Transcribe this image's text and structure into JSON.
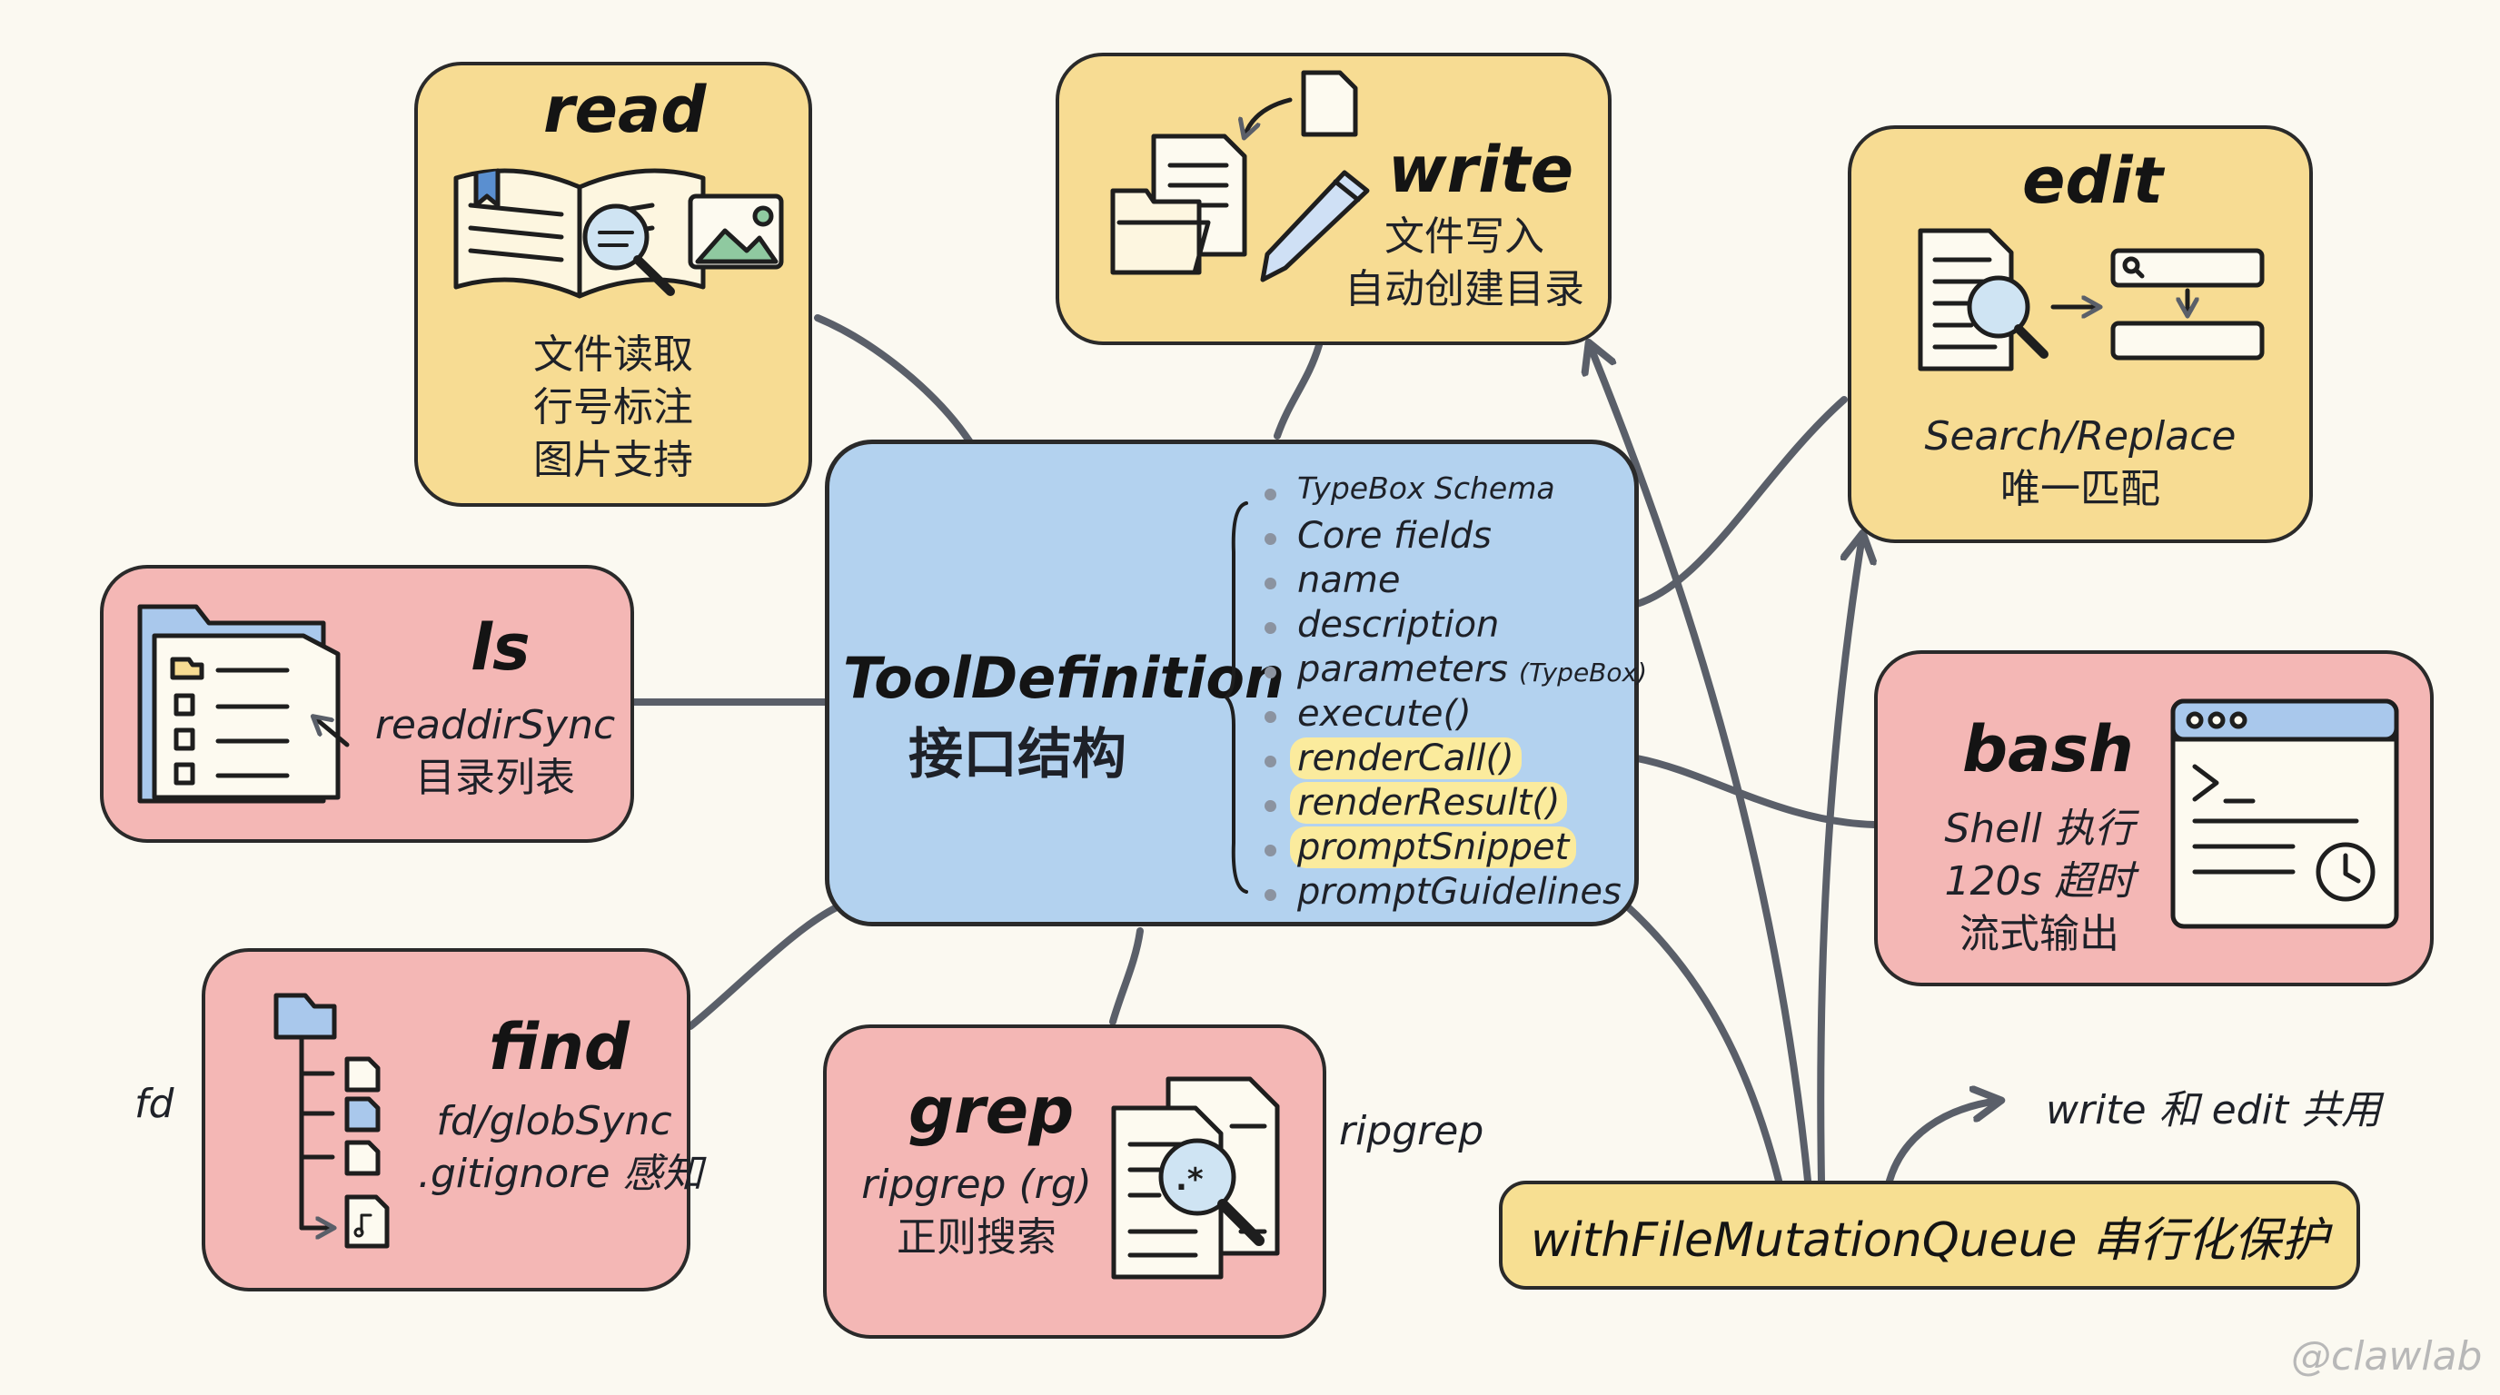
{
  "center": {
    "title": "ToolDefinition",
    "subtitle": "接口结构",
    "fields": [
      {
        "text": "TypeBox Schema",
        "highlight": false
      },
      {
        "text": "Core fields",
        "highlight": false
      },
      {
        "text": "name",
        "highlight": false
      },
      {
        "text": "description",
        "highlight": false
      },
      {
        "text": "parameters",
        "suffix": "(TypeBox)",
        "highlight": false
      },
      {
        "text": "execute()",
        "highlight": false
      },
      {
        "text": "renderCall()",
        "highlight": true
      },
      {
        "text": "renderResult()",
        "highlight": true
      },
      {
        "text": "promptSnippet",
        "highlight": true
      },
      {
        "text": "promptGuidelines",
        "highlight": false
      }
    ]
  },
  "tools": {
    "read": {
      "title": "read",
      "lines": [
        "文件读取",
        "行号标注",
        "图片支持"
      ],
      "color": "#f7dc93"
    },
    "write": {
      "title": "write",
      "lines": [
        "文件写入",
        "自动创建目录"
      ],
      "color": "#f7dc93"
    },
    "edit": {
      "title": "edit",
      "lines": [
        "Search/Replace",
        "唯一匹配"
      ],
      "color": "#f7dc93"
    },
    "ls": {
      "title": "ls",
      "lines": [
        "readdirSync",
        "目录列表"
      ],
      "color": "#f4b7b5"
    },
    "bash": {
      "title": "bash",
      "lines": [
        "Shell 执行",
        "120s 超时",
        "流式输出"
      ],
      "color": "#f4b7b5"
    },
    "find": {
      "title": "find",
      "lines": [
        "fd/globSync",
        ".gitignore 感知"
      ],
      "color": "#f4b7b5"
    },
    "grep": {
      "title": "grep",
      "lines": [
        "ripgrep (rg)",
        "正则搜索"
      ],
      "color": "#f4b7b5"
    }
  },
  "notes": {
    "fd": "fd",
    "ripgrep": "ripgrep",
    "shared": "write 和 edit 共用"
  },
  "queue": {
    "label": "withFileMutationQueue 串行化保护"
  },
  "watermark": "@clawlab",
  "colors": {
    "blue": "#b3d2ef",
    "yellow": "#f7dc93",
    "pink": "#f4b7b5",
    "wire": "#5a5f69",
    "highlight": "#fbeb9d"
  }
}
